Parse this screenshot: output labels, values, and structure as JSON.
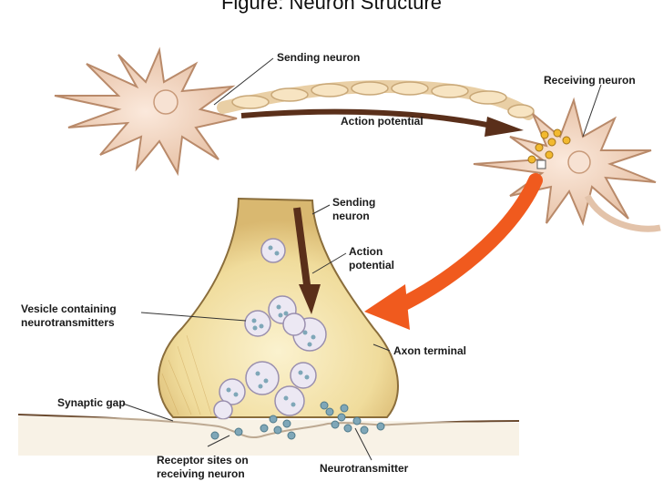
{
  "title": "Figure: Neuron Structure",
  "labels": {
    "sending_neuron_top": "Sending neuron",
    "receiving_neuron": "Receiving neuron",
    "action_potential_top": "Action potential",
    "sending_neuron_line1": "Sending",
    "sending_neuron_line2": "neuron",
    "action_potential_line1": "Action",
    "action_potential_line2": "potential",
    "vesicle_line1": "Vesicle containing",
    "vesicle_line2": "neurotransmitters",
    "axon_terminal": "Axon terminal",
    "synaptic_gap": "Synaptic gap",
    "receptor_line1": "Receptor sites on",
    "receptor_line2": "receiving neuron",
    "neurotransmitter": "Neurotransmitter"
  },
  "colors": {
    "neuron_body": "#f3d9c6",
    "neuron_outline": "#b98a6a",
    "terminal_fill": "#f2e3b0",
    "terminal_outline": "#8a6d3b",
    "arrow_dark": "#5a2f1a",
    "arrow_orange": "#f05a1e",
    "vesicle_fill": "#e9e6f2",
    "transmitter": "#7fa7b8"
  }
}
